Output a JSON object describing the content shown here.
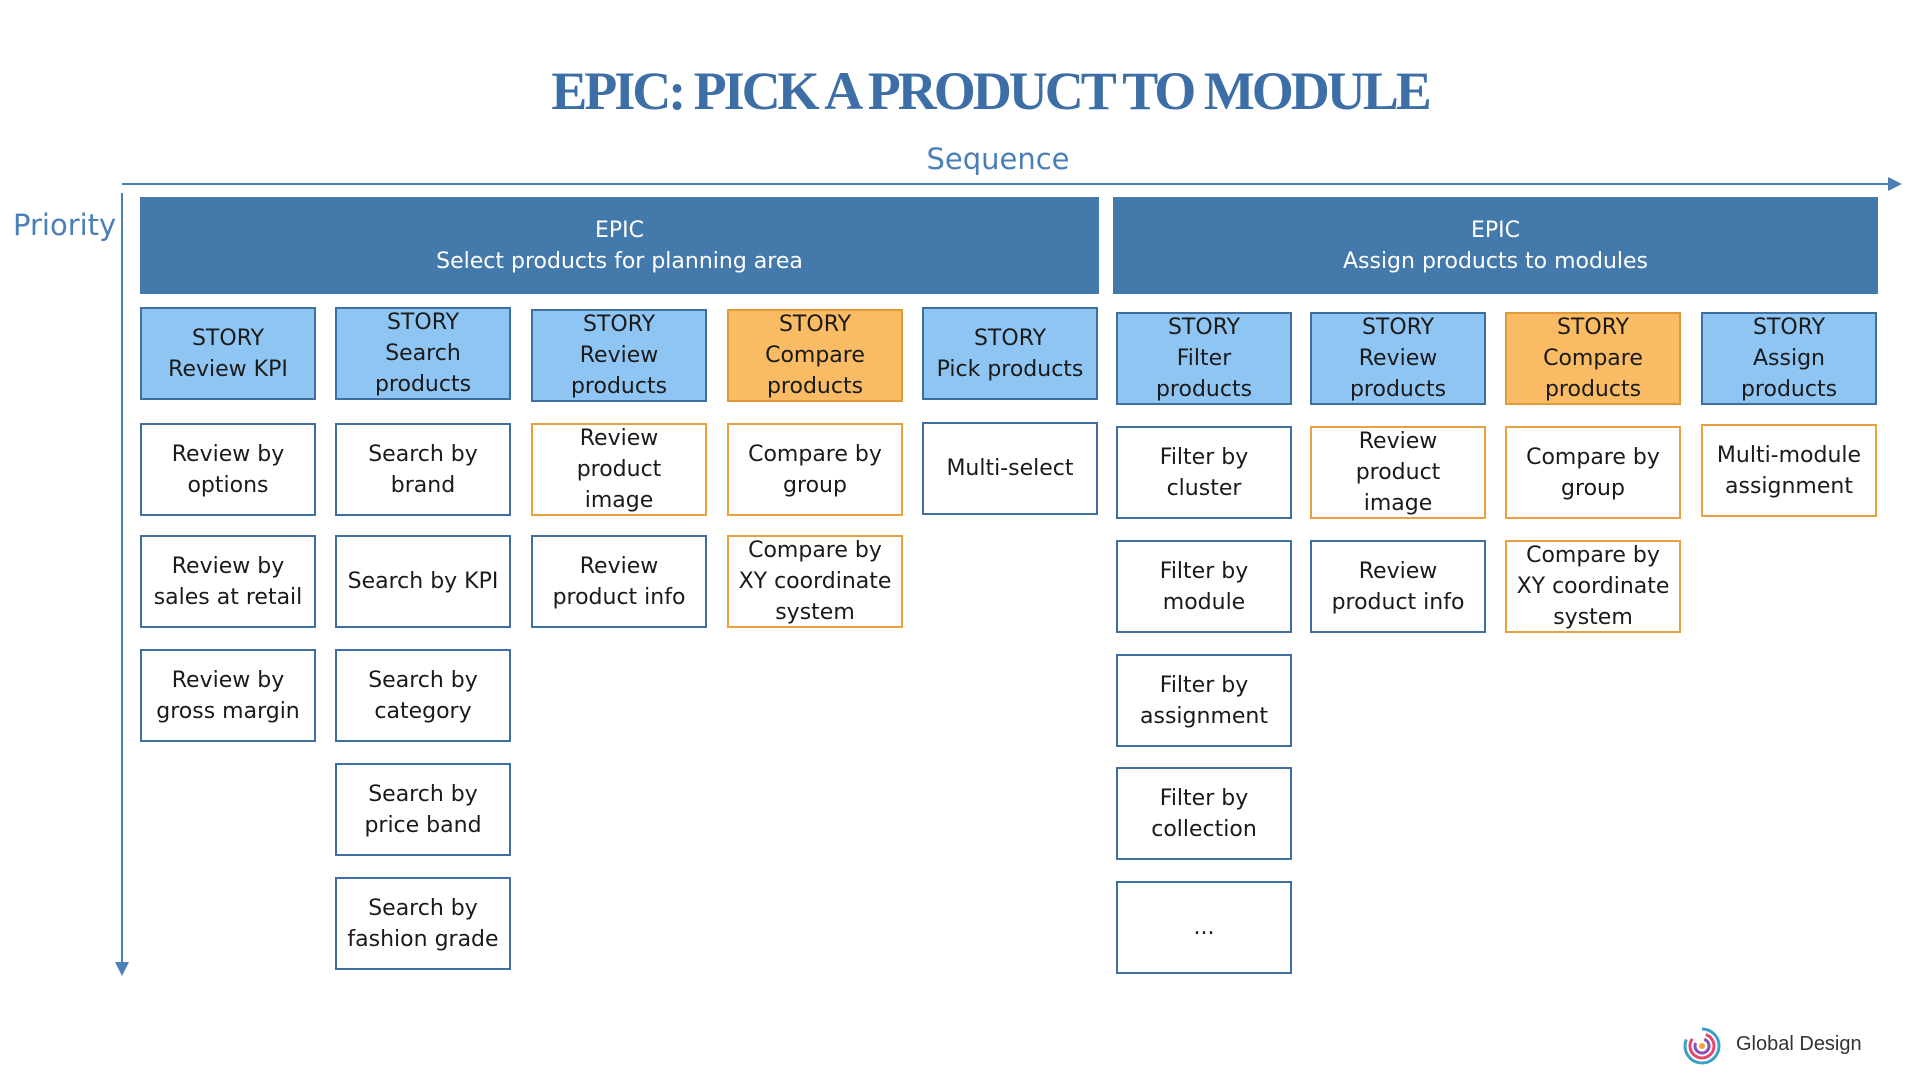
{
  "title": "EPIC: PICK A PRODUCT TO MODULE",
  "sequence_label": "Sequence",
  "priority_label": "Priority",
  "epics": [
    {
      "tag": "EPIC",
      "name": "Select products for planning area"
    },
    {
      "tag": "EPIC",
      "name": "Assign products to modules"
    }
  ],
  "columns": [
    {
      "story": "STORY\nReview KPI",
      "story_color": "blue",
      "tasks": [
        {
          "text": "Review by\noptions",
          "color": "blue"
        },
        {
          "text": "Review by\nsales at retail",
          "color": "blue"
        },
        {
          "text": "Review by\ngross margin",
          "color": "blue"
        }
      ]
    },
    {
      "story": "STORY\nSearch\nproducts",
      "story_color": "blue",
      "tasks": [
        {
          "text": "Search by\nbrand",
          "color": "blue"
        },
        {
          "text": "Search by KPI",
          "color": "blue"
        },
        {
          "text": "Search by\ncategory",
          "color": "blue"
        },
        {
          "text": "Search by\nprice band",
          "color": "blue"
        },
        {
          "text": "Search by\nfashion grade",
          "color": "blue"
        }
      ]
    },
    {
      "story": "STORY\nReview\nproducts",
      "story_color": "blue",
      "tasks": [
        {
          "text": "Review\nproduct\nimage",
          "color": "orange"
        },
        {
          "text": "Review\nproduct info",
          "color": "blue"
        }
      ]
    },
    {
      "story": "STORY\nCompare\nproducts",
      "story_color": "orange",
      "tasks": [
        {
          "text": "Compare by\ngroup",
          "color": "orange"
        },
        {
          "text": "Compare by\nXY coordinate\nsystem",
          "color": "orange"
        }
      ]
    },
    {
      "story": "STORY\nPick products",
      "story_color": "blue",
      "tasks": [
        {
          "text": "Multi-select",
          "color": "blue"
        }
      ]
    },
    {
      "story": "STORY\nFilter\nproducts",
      "story_color": "blue",
      "tasks": [
        {
          "text": "Filter by\ncluster",
          "color": "blue"
        },
        {
          "text": "Filter by\nmodule",
          "color": "blue"
        },
        {
          "text": "Filter by\nassignment",
          "color": "blue"
        },
        {
          "text": "Filter by\ncollection",
          "color": "blue"
        },
        {
          "text": "...",
          "color": "blue"
        }
      ]
    },
    {
      "story": "STORY\nReview\nproducts",
      "story_color": "blue",
      "tasks": [
        {
          "text": "Review\nproduct\nimage",
          "color": "orange"
        },
        {
          "text": "Review\nproduct info",
          "color": "blue"
        }
      ]
    },
    {
      "story": "STORY\nCompare\nproducts",
      "story_color": "orange",
      "tasks": [
        {
          "text": "Compare by\ngroup",
          "color": "orange"
        },
        {
          "text": "Compare by\nXY coordinate\nsystem",
          "color": "orange"
        }
      ]
    },
    {
      "story": "STORY\nAssign\nproducts",
      "story_color": "blue",
      "tasks": [
        {
          "text": "Multi-module\nassignment",
          "color": "orange"
        }
      ]
    }
  ],
  "logo_text": "Global Design"
}
